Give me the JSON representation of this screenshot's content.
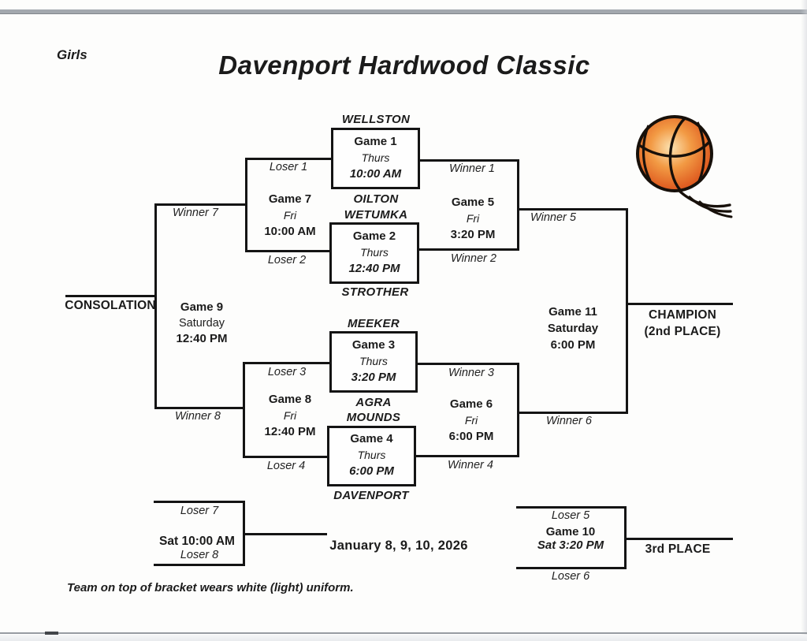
{
  "page": {
    "category": "Girls",
    "title": "Davenport Hardwood Classic",
    "date": "January 8, 9, 10, 2026",
    "note": "Team on top of bracket wears white (light) uniform."
  },
  "teams": {
    "wellston": "WELLSTON",
    "oilton": "OILTON",
    "wetumka": "WETUMKA",
    "strother": "STROTHER",
    "meeker": "MEEKER",
    "agra": "AGRA",
    "mounds": "MOUNDS",
    "davenport": "DAVENPORT"
  },
  "games": {
    "game1": {
      "name": "Game 1",
      "day": "Thurs",
      "time": "10:00 AM"
    },
    "game2": {
      "name": "Game 2",
      "day": "Thurs",
      "time": "12:40 PM"
    },
    "game3": {
      "name": "Game 3",
      "day": "Thurs",
      "time": "3:20 PM"
    },
    "game4": {
      "name": "Game 4",
      "day": "Thurs",
      "time": "6:00 PM"
    },
    "game5": {
      "name": "Game 5",
      "day": "Fri",
      "time": "3:20 PM"
    },
    "game6": {
      "name": "Game 6",
      "day": "Fri",
      "time": "6:00 PM"
    },
    "game7": {
      "name": "Game 7",
      "day": "Fri",
      "time": "10:00 AM"
    },
    "game8": {
      "name": "Game 8",
      "day": "Fri",
      "time": "12:40 PM"
    },
    "game9": {
      "name": "Game 9",
      "day": "Saturday",
      "time": "12:40 PM"
    },
    "game10": {
      "name": "Game 10",
      "time": "Sat 3:20 PM"
    },
    "game11": {
      "name": "Game 11",
      "day": "Saturday",
      "time": "6:00 PM"
    },
    "consolation_semifinal": {
      "time": "Sat 10:00 AM"
    }
  },
  "slots": {
    "loser1": "Loser 1",
    "loser2": "Loser 2",
    "loser3": "Loser 3",
    "loser4": "Loser 4",
    "loser5": "Loser 5",
    "loser6": "Loser 6",
    "loser7": "Loser 7",
    "loser8": "Loser 8",
    "winner1": "Winner 1",
    "winner2": "Winner 2",
    "winner3": "Winner 3",
    "winner4": "Winner 4",
    "winner5": "Winner 5",
    "winner6": "Winner 6",
    "winner7": "Winner 7",
    "winner8": "Winner 8"
  },
  "placements": {
    "consolation": "CONSOLATION",
    "champion": "CHAMPION",
    "champion_sub": "(2nd PLACE)",
    "third_place": "3rd PLACE"
  },
  "colors": {
    "ink": "#1b1b1b",
    "line": "#141414",
    "ball_orange": "#d8501a",
    "ball_highlight": "#fcd9a0"
  }
}
